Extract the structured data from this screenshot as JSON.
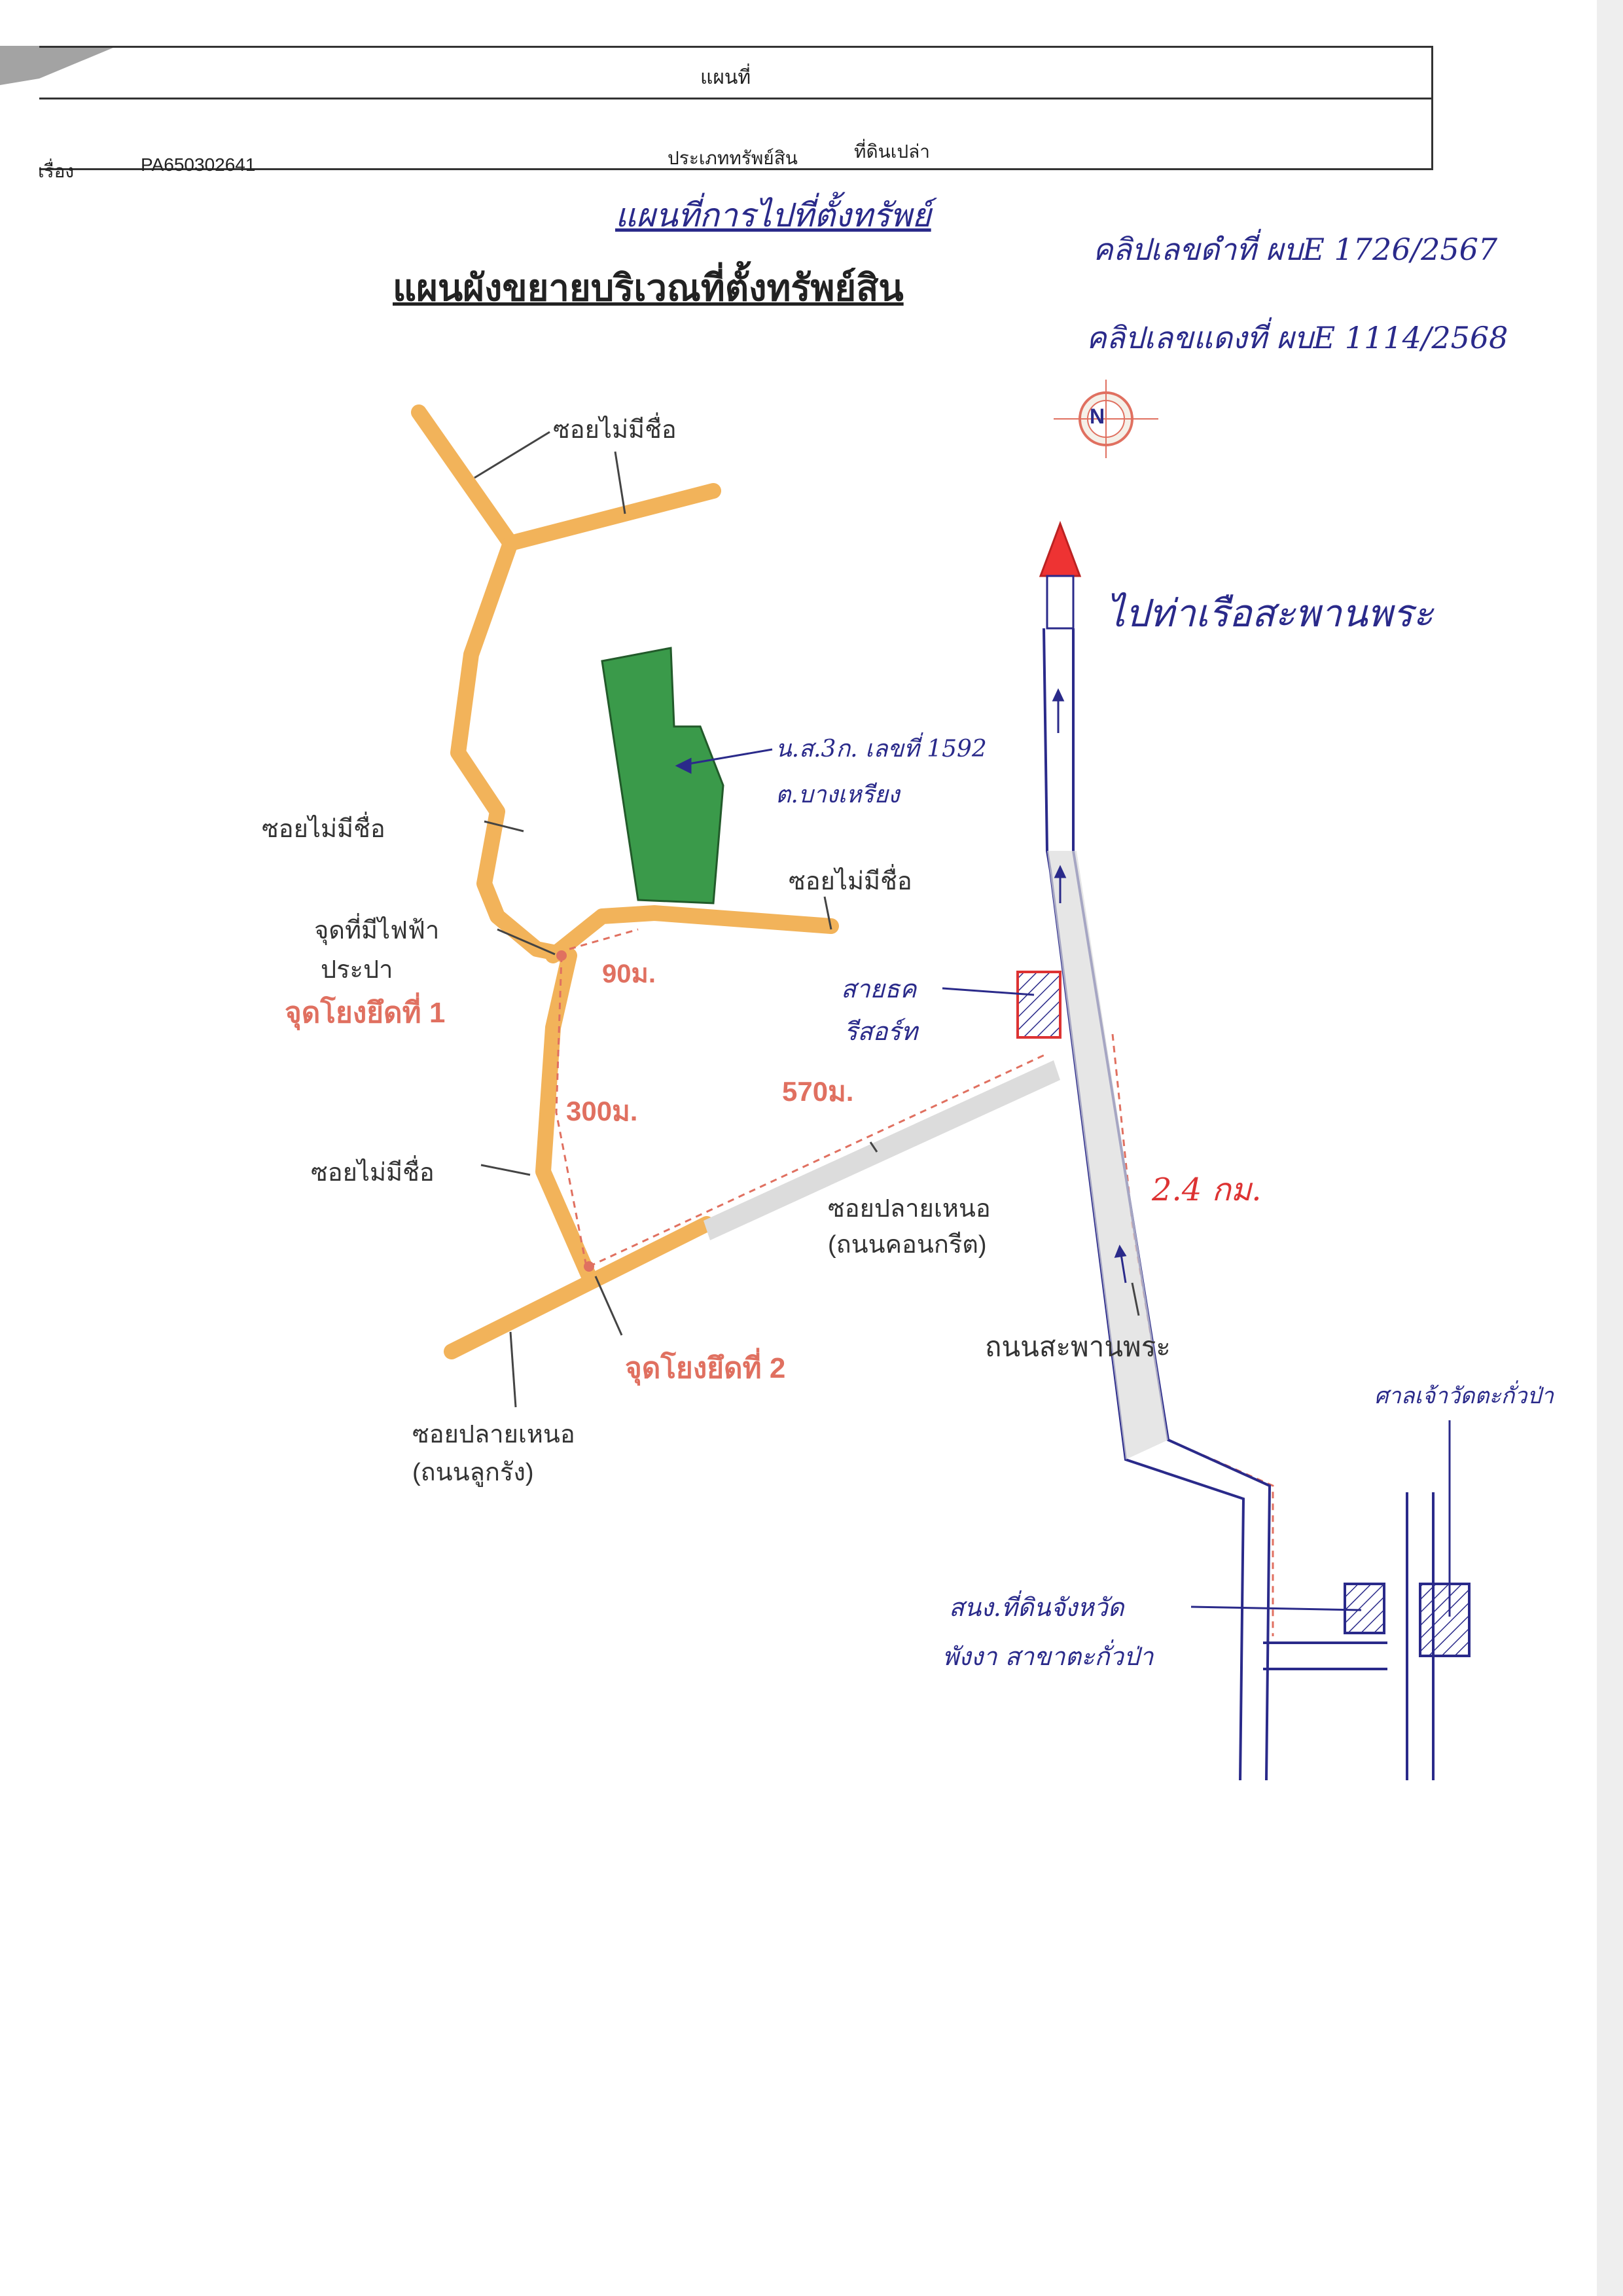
{
  "header": {
    "title": "แผนที่",
    "subject_label": "เรื่อง",
    "subject_value": "PA650302641",
    "asset_type_label": "ประเภททรัพย์สิน",
    "asset_type_value": "ที่ดินเปล่า"
  },
  "handwritten": {
    "map_title": "แผนที่การไปที่ตั้งทรัพย์",
    "ref_black": "คลิปเลขดำที่ ผบE 1726/2567",
    "ref_red": "คลิปเลขแดงที่ ผบE 1114/2568",
    "to_pier": "ไปท่าเรือสะพานพระ",
    "plot_line1": "น.ส.3ก. เลขที่ 1592",
    "plot_line2": "ต.บางเหรียง",
    "bus_terminal_line1": "สายธค",
    "bus_terminal_line2": "รีสอร์ท",
    "distance_road": "2.4 กม.",
    "school": "ศาลเจ้าวัดตะกั่วป่า",
    "office_line1": "สนง.ที่ดินจังหวัด",
    "office_line2": "พังงา สาขาตะกั่วป่า"
  },
  "map": {
    "title": "แผนผังขยายบริเวณที่ตั้งทรัพย์สิน",
    "labels": {
      "soi_top": "ซอยไม่มีชื่อ",
      "soi_left_mid": "ซอยไม่มีชื่อ",
      "soi_right": "ซอยไม่มีชื่อ",
      "soi_left_low": "ซอยไม่มีชื่อ",
      "power_point_line1": "จุดที่มีไฟฟ้า",
      "power_point_line2": "ประปา",
      "anchor_1": "จุดโยงยึดที่ 1",
      "anchor_2": "จุดโยงยึดที่ 2",
      "dist_90": "90ม.",
      "dist_300": "300ม.",
      "dist_570": "570ม.",
      "soi_plai_nuea_concrete_line1": "ซอยปลายเหนอ",
      "soi_plai_nuea_concrete_line2": "(ถนนคอนกรีต)",
      "soi_plai_nuea_laterite_line1": "ซอยปลายเหนอ",
      "soi_plai_nuea_laterite_line2": "(ถนนลูกรัง)",
      "main_road": "ถนนสะพานพระ",
      "compass": "N"
    },
    "colors": {
      "road_orange": "#f2b35a",
      "plot_green": "#3a9a4a",
      "anchor_red": "#e07060",
      "pen_blue": "#2a2a8a",
      "pen_red": "#d33",
      "concrete_gray": "#dcdcdc"
    }
  }
}
